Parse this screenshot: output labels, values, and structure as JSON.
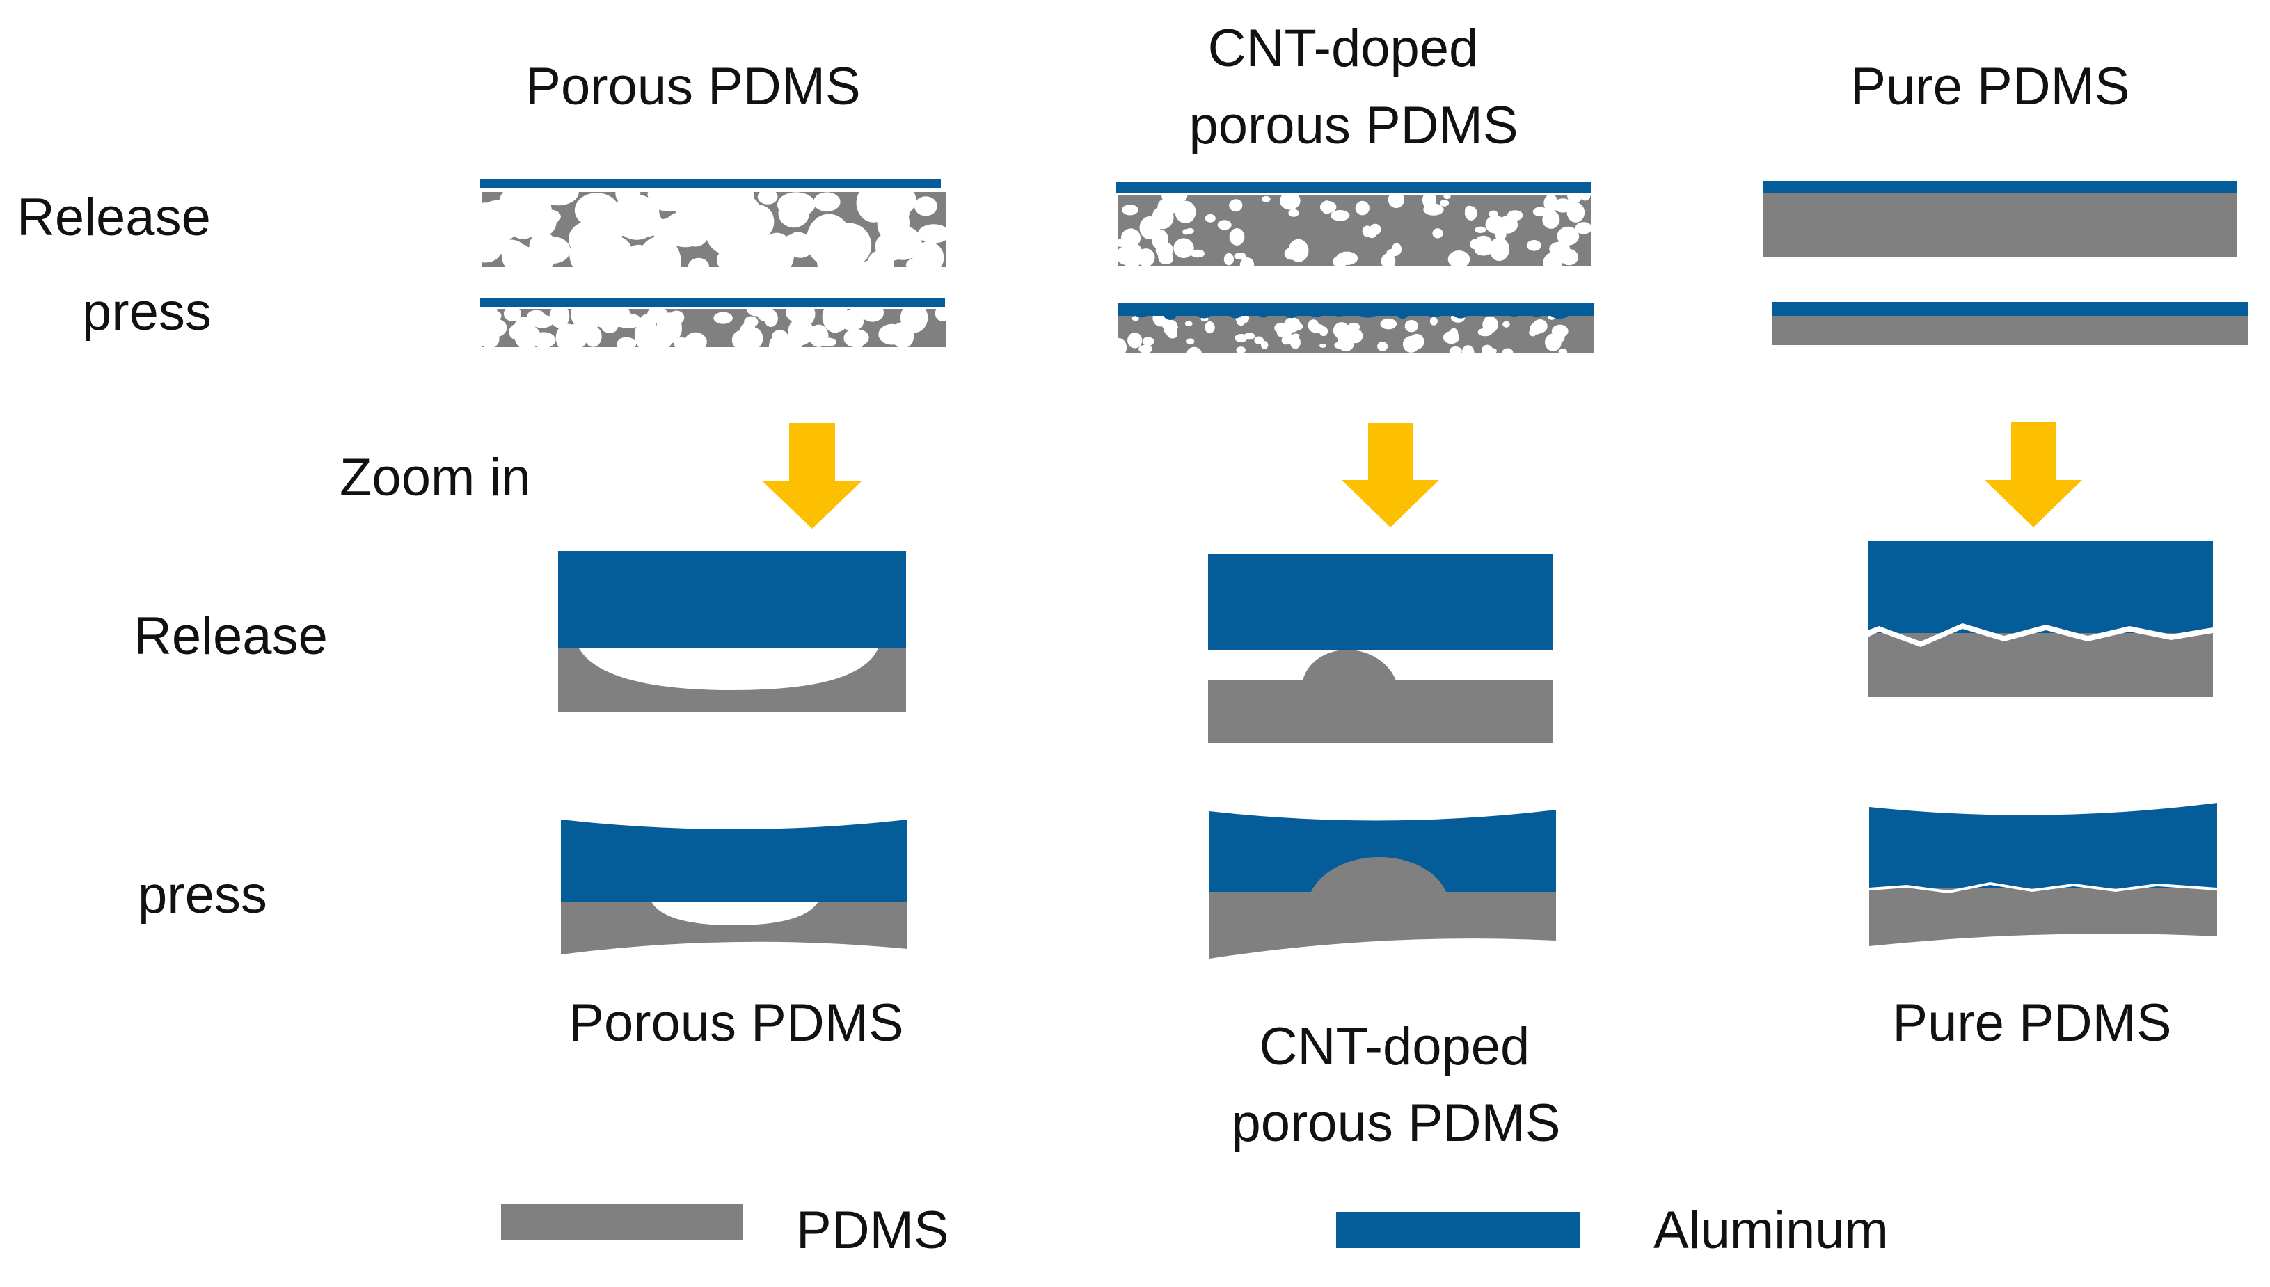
{
  "colors": {
    "pdms": "#808080",
    "aluminum": "#045d98",
    "arrow": "#fdc000",
    "pore": "#ffffff"
  },
  "columns": [
    {
      "title": "Porous PDMS",
      "bottom_label": "Porous PDMS"
    },
    {
      "title_lines": [
        "CNT-doped",
        "porous PDMS"
      ],
      "bottom_label_lines": [
        "CNT-doped",
        "porous PDMS"
      ]
    },
    {
      "title": "Pure PDMS",
      "bottom_label": "Pure PDMS"
    }
  ],
  "row_labels": {
    "release_top": "Release",
    "press_top": "press",
    "zoom_in": "Zoom in",
    "release_zoom": "Release",
    "press_zoom": "press"
  },
  "legend": {
    "pdms": "PDMS",
    "aluminum": "Aluminum"
  },
  "icons": [
    "down-arrow-icon",
    "down-arrow-icon",
    "down-arrow-icon"
  ]
}
